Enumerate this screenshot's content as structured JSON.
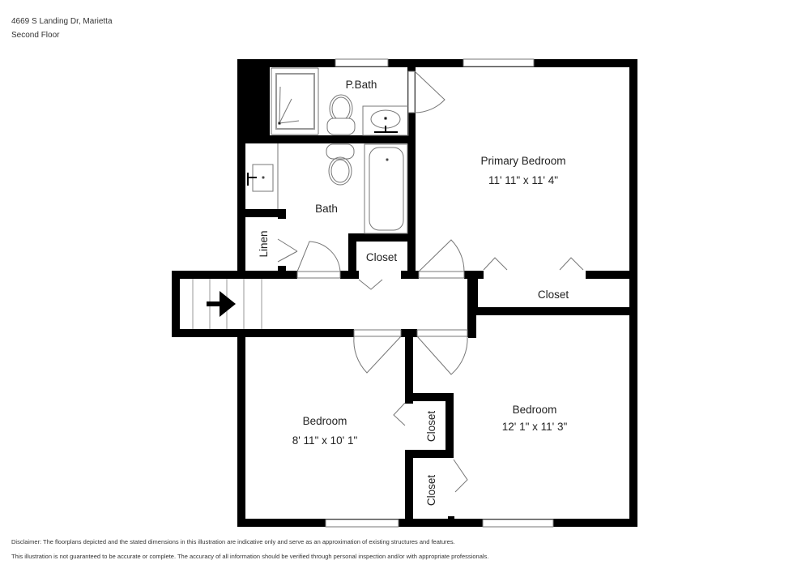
{
  "header": {
    "address": "4669 S Landing Dr, Marietta",
    "floor": "Second Floor"
  },
  "rooms": {
    "pbath": {
      "name": "P.Bath"
    },
    "primary_bedroom": {
      "name": "Primary Bedroom",
      "dimensions": "11' 11\" x 11' 4\""
    },
    "bath": {
      "name": "Bath"
    },
    "linen": {
      "name": "Linen"
    },
    "hall_closet": {
      "name": "Closet"
    },
    "primary_closet": {
      "name": "Closet"
    },
    "bedroom_left": {
      "name": "Bedroom",
      "dimensions": "8' 11\" x 10' 1\""
    },
    "bedroom_right": {
      "name": "Bedroom",
      "dimensions": "12' 1\" x 11' 3\""
    },
    "closet_upper": {
      "name": "Closet"
    },
    "closet_lower": {
      "name": "Closet"
    }
  },
  "disclaimer": {
    "line1": "Disclaimer: The floorplans depicted and the stated dimensions in this illustration are indicative only and serve as an approximation of existing structures and features.",
    "line2": "This illustration is not guaranteed to be accurate or complete. The accuracy of all information should be verified through personal inspection and/or with appropriate professionals."
  },
  "colors": {
    "wall": "#000000",
    "fixture_line": "#555555",
    "background": "#ffffff"
  }
}
